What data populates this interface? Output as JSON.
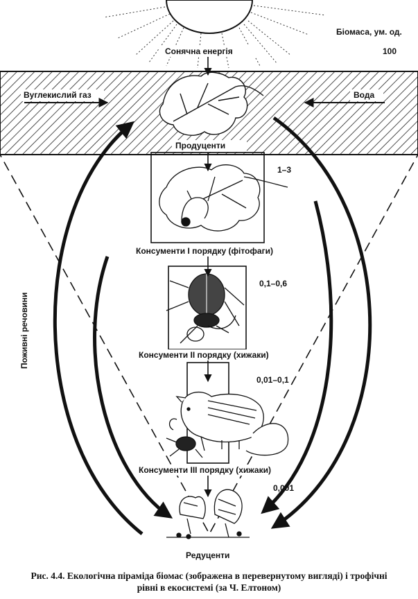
{
  "diagram": {
    "biomass_header": "Біомаса, ум. од.",
    "solar_energy": "Сонячна енергія",
    "co2": "Вуглекислий газ",
    "water": "Вода",
    "producers": "Продуценти",
    "consumers_1": "Консументи І порядку (фітофаги)",
    "consumers_2": "Консументи ІІ порядку (хижаки)",
    "consumers_3": "Консументи ІІІ порядку (хижаки)",
    "reducers": "Редуценти",
    "nutrients": "Поживні речовини",
    "biomass_values": {
      "producers": "100",
      "consumers_1": "1–3",
      "consumers_2": "0,1–0,6",
      "consumers_3": "0,01–0,1",
      "reducers": "0,001"
    }
  },
  "caption": {
    "line1": "Рис. 4.4. Екологічна піраміда біомас (зображена в перевернутому вигляді) і трофічні",
    "line2": "рівні в екосистемі (за Ч. Елтоном)"
  }
}
